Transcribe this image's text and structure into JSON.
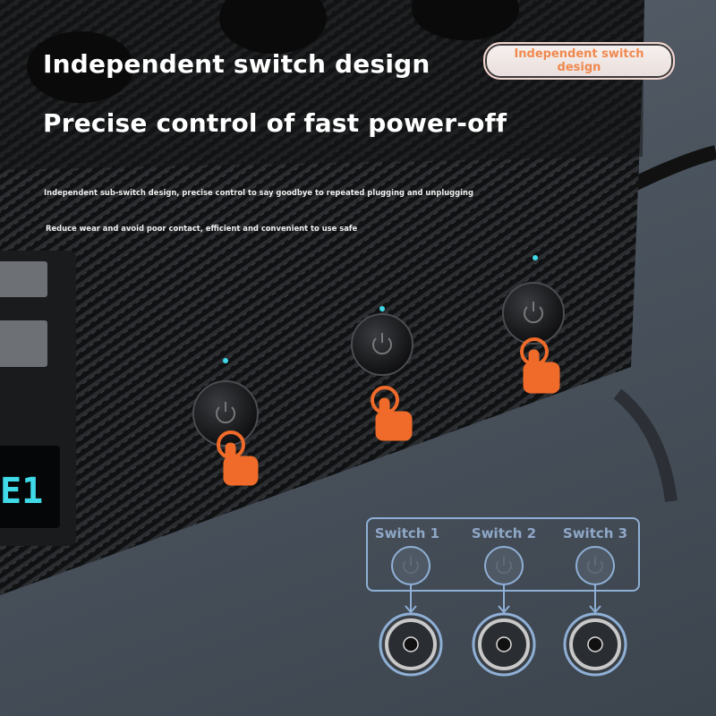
{
  "headline": "Independent switch design",
  "subheadline": "Precise control of fast power-off",
  "description_1": "Independent sub-switch design, precise control to say goodbye to repeated plugging and unplugging",
  "description_2": "Reduce wear and avoid poor contact, efficient and convenient to use safe",
  "badge": "Independent switch design",
  "display_readout": "E1",
  "switches": [
    {
      "label": "Switch 1"
    },
    {
      "label": "Switch 2"
    },
    {
      "label": "Switch 3"
    }
  ],
  "colors": {
    "accent": "#f0894f",
    "led": "#3fd9e8",
    "diagram": "#8fb0d6"
  }
}
